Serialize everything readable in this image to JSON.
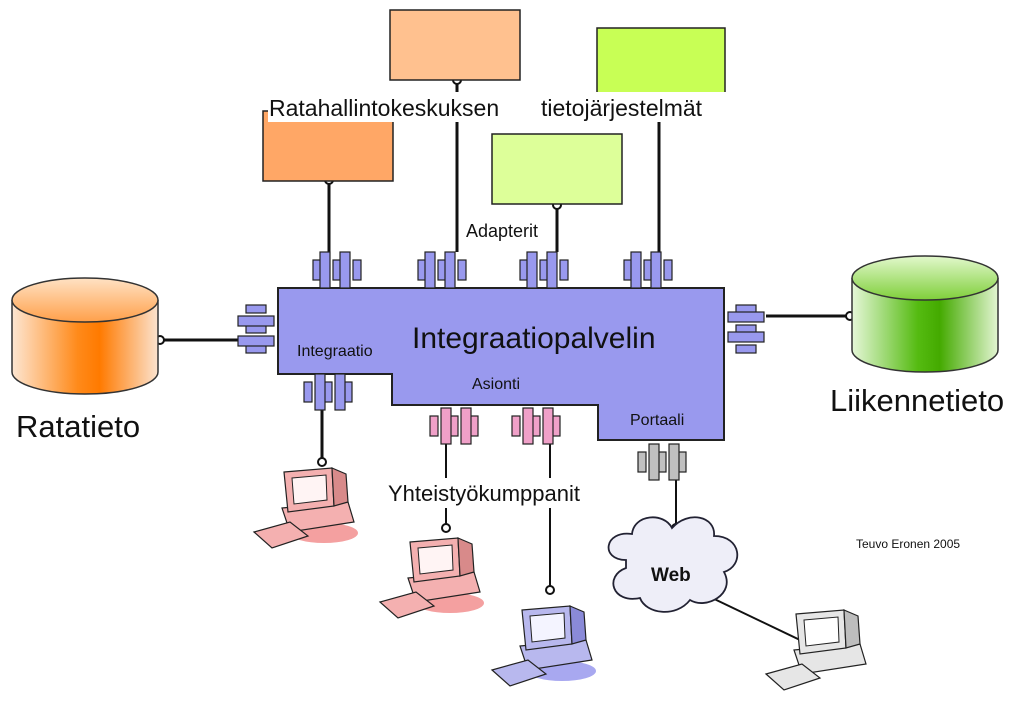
{
  "labels": {
    "center_title": "Integraatiopalvelin",
    "integraatio": "Integraatio",
    "asionti": "Asionti",
    "portaali": "Portaali",
    "rail_center_systems_left": "Ratahallintokeskuksen",
    "rail_center_systems_right": "tietojärjestelmät",
    "adapters": "Adapterit",
    "partners": "Yhteistyökumppanit",
    "web": "Web",
    "ratatieto": "Ratatieto",
    "liikennetieto": "Liikennetieto",
    "credit": "Teuvo Eronen 2005"
  },
  "colors": {
    "server_fill": "#9999ee",
    "orange_box": "#ffb07a",
    "orange_box_dark": "#f59a55",
    "green_box": "#ccff66",
    "green_box_light": "#ddff99",
    "adapter_blue": "#9999ee",
    "adapter_pink": "#f0a0c8",
    "adapter_gray": "#c0c0c0",
    "db_orange": "#ff8a1a",
    "db_green": "#55bb11",
    "pc_pink": "#f4b0b0",
    "pc_blue": "#b0b0ee",
    "pc_gray": "#d8d8d8"
  }
}
